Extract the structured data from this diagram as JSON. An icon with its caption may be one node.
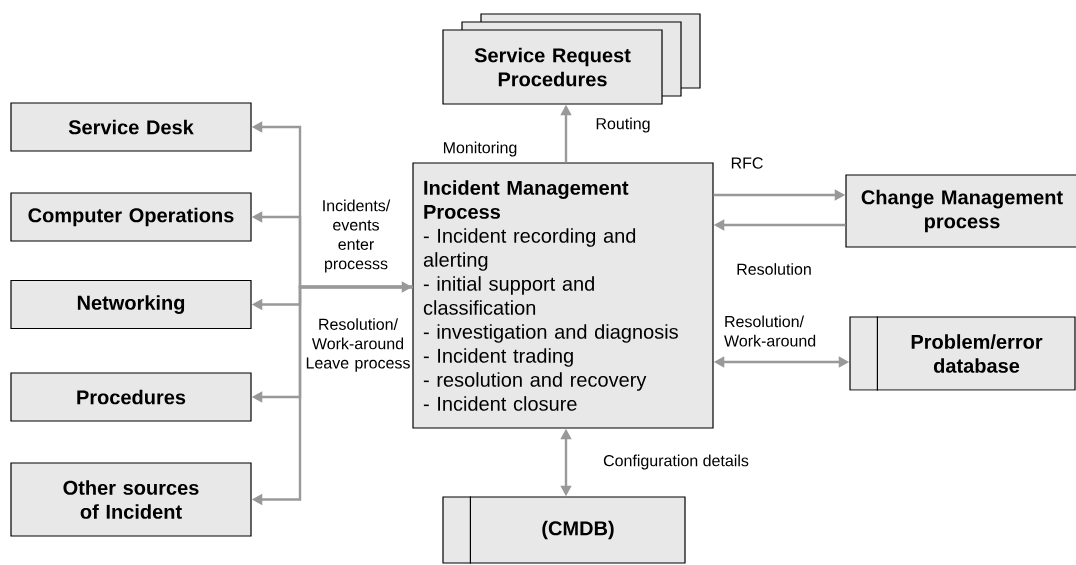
{
  "diagram": {
    "nodes": [
      {
        "text": [
          "Service Request Procedures"
        ]
      },
      {
        "text": [
          "Service Desk"
        ]
      },
      {
        "text": [
          "Computer Operations"
        ]
      },
      {
        "text": [
          "Networking"
        ]
      },
      {
        "text": [
          "Procedures"
        ]
      },
      {
        "text": [
          "Other sources of Incident"
        ]
      },
      {
        "text": [
          "Incident Management Process",
          "- Incident recording and alerting",
          "- initial support and classification",
          "- investigation and diagnosis",
          "- Incident trading",
          "- resolution and recovery",
          "- Incident closure"
        ],
        "beside": [
          "Monitoring"
        ]
      },
      {
        "text": [
          "Change Management process"
        ]
      },
      {
        "text": [
          "Problem/error database"
        ]
      },
      {
        "text": [
          "(CMDB)"
        ]
      }
    ],
    "edges": [
      {
        "from": 6,
        "to": 0,
        "arrow": "to",
        "label": "Routing"
      },
      {
        "from": 6,
        "to": 1,
        "arrow": "to"
      },
      {
        "from": 6,
        "to": 2,
        "arrow": "to"
      },
      {
        "from": 6,
        "to": 3,
        "arrow": "to"
      },
      {
        "from": 6,
        "to": 4,
        "arrow": "to"
      },
      {
        "from": 6,
        "to": 5,
        "arrow": "to"
      },
      {
        "from": 6,
        "to": 7,
        "arrow": "to",
        "label": "RFC"
      },
      {
        "from": 7,
        "to": 6,
        "arrow": "to",
        "label": "Resolution"
      },
      {
        "from": 6,
        "to": 8,
        "arrow": "both",
        "label": "Resolution/ Work-around"
      },
      {
        "from": 6,
        "to": 9,
        "arrow": "both",
        "label": "Configuration details"
      },
      {
        "from": null,
        "to": 6,
        "arrow": "to"
      }
    ],
    "labels": [
      "Incidents/ events enter processs",
      "Resolution/ Work-around Leave process"
    ]
  }
}
